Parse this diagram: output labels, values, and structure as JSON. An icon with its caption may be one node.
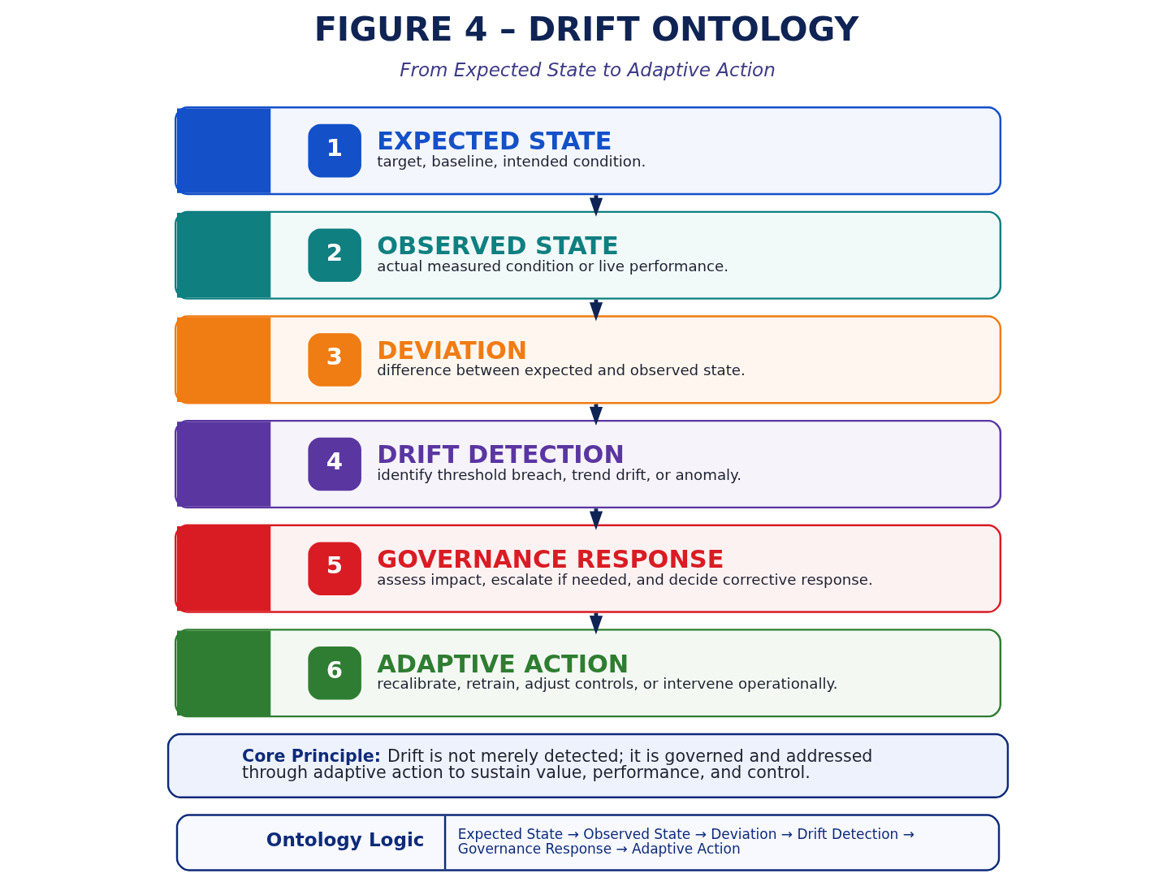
{
  "diagram": {
    "title": "FIGURE 4 – DRIFT ONTOLOGY",
    "nodes": [
      {
        "text": [
          "1",
          "EXPECTED STATE",
          "target, baseline, intended condition."
        ]
      },
      {
        "text": [
          "2",
          "OBSERVED STATE",
          "actual measured condition or live performance."
        ]
      },
      {
        "text": [
          "3",
          "DEVIATION",
          "difference between expected and observed state."
        ]
      },
      {
        "text": [
          "4",
          "DRIFT DETECTION",
          "identify threshold breach, trend drift, or anomaly."
        ]
      },
      {
        "text": [
          "5",
          "GOVERNANCE RESPONSE",
          "assess impact, escalate if needed, and decide corrective response."
        ]
      },
      {
        "text": [
          "6",
          "ADAPTIVE ACTION",
          "recalibrate, retrain, adjust controls, or intervene operationally."
        ]
      },
      {
        "text": [
          "Core Principle:",
          "Drift is not merely detected; it is governed and addressed through adaptive action to sustain value, performance, and control."
        ]
      },
      {
        "text": [
          "Ontology Logic",
          "Expected State → Observed State → Deviation → Drift Detection → Governance Response → Adaptive Action"
        ]
      }
    ],
    "edges": [
      {
        "from": 0,
        "to": 1,
        "arrow": "to"
      },
      {
        "from": 1,
        "to": 2,
        "arrow": "to"
      },
      {
        "from": 2,
        "to": 3,
        "arrow": "to"
      },
      {
        "from": 3,
        "to": 4,
        "arrow": "to"
      },
      {
        "from": 4,
        "to": 5,
        "arrow": "to"
      }
    ],
    "labels": [
      "From Expected State to Adaptive Action"
    ]
  }
}
